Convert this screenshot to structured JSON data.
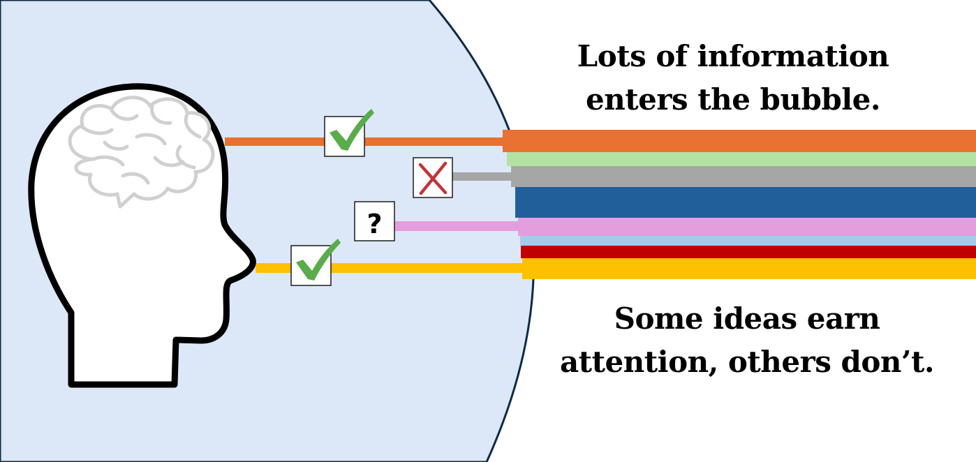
{
  "captions": {
    "top": [
      "Lots of information",
      "enters the bubble."
    ],
    "bottom": [
      "Some ideas earn",
      "attention, others don’t."
    ]
  },
  "colors": {
    "bubble_fill": "#dce8f7",
    "bubble_edge": "#0f2a44",
    "head_outline": "#000000",
    "brain_outline": "#d0d0d0",
    "check": "#5aab4a",
    "cross": "#c0353a",
    "stripes": [
      "#e97132",
      "#b3e2a3",
      "#a6a6a6",
      "#215f9a",
      "#e59edd",
      "#a6caec",
      "#c00000",
      "#ffc000"
    ]
  },
  "signals": [
    {
      "color": "#e97132",
      "mark": "check-icon"
    },
    {
      "color": "#a6a6a6",
      "mark": "cross-icon"
    },
    {
      "color": "#e59edd",
      "mark": "question-icon",
      "mark_text": "?"
    },
    {
      "color": "#ffc000",
      "mark": "check-icon"
    }
  ]
}
